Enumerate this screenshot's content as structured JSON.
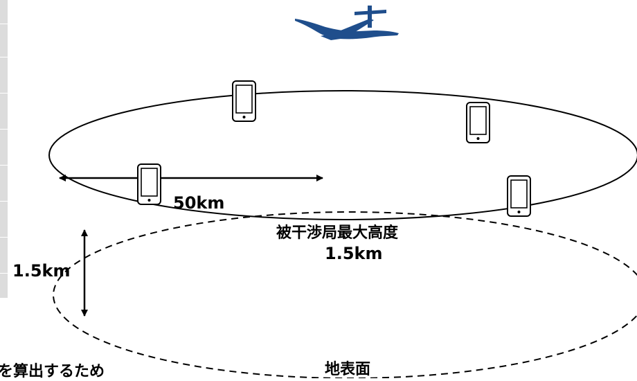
{
  "labels": {
    "radius": "50km",
    "protected_station_max_height": "被干渉局最大高度",
    "protected_station_height_value": "1.5km",
    "vertical_height": "1.5km",
    "ground_surface": "地表面",
    "cut_off_text": "を算出するため"
  },
  "icons": {
    "aircraft": "airplane-icon",
    "terminal": "smartphone-icon"
  },
  "colors": {
    "aircraft": "#1f4e8c",
    "lines": "#000000"
  }
}
